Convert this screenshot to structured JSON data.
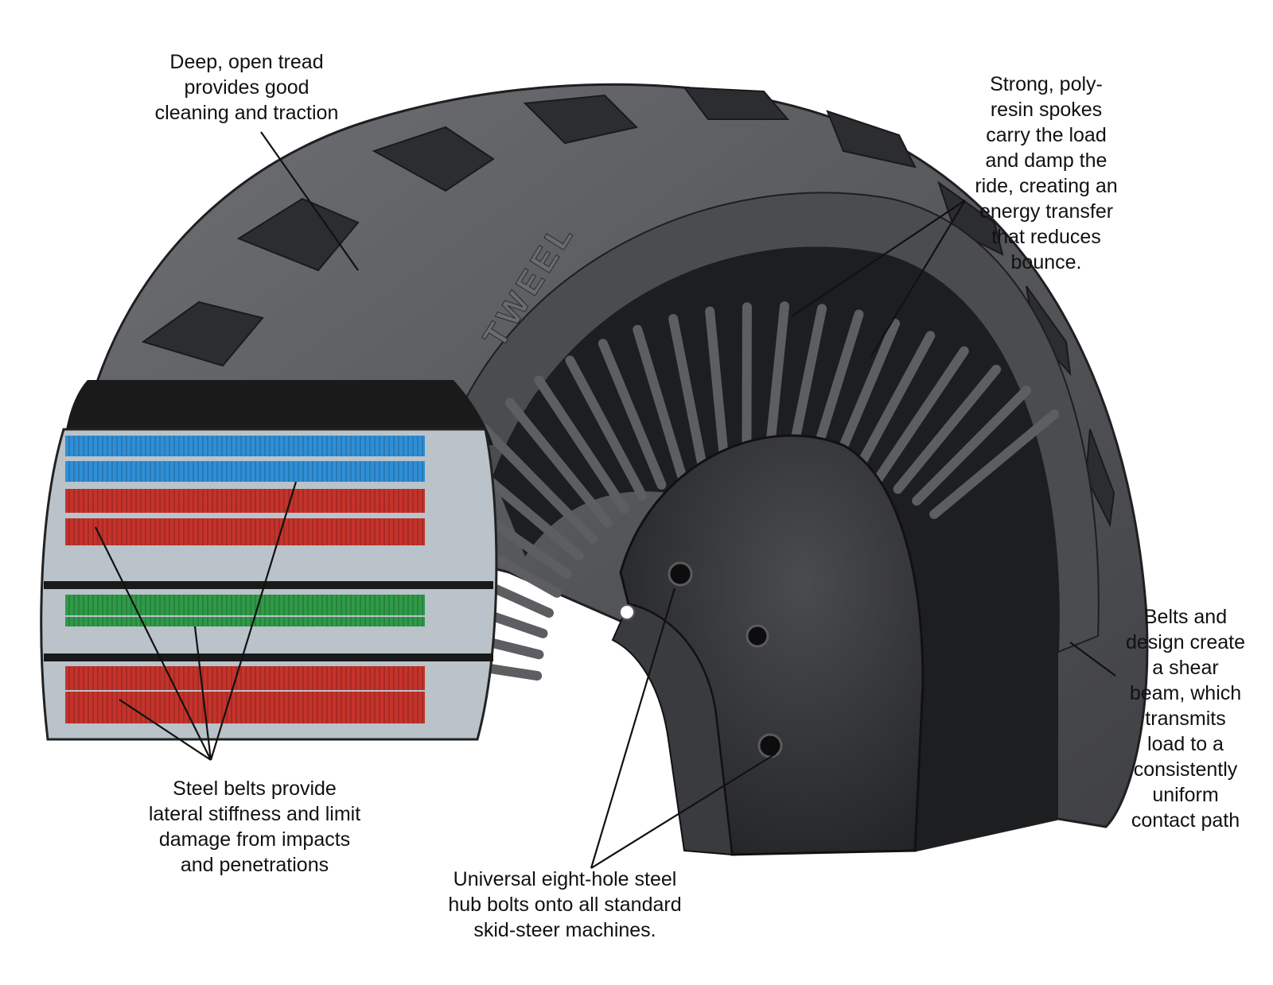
{
  "labels": {
    "tread": "Deep, open tread\nprovides good\ncleaning and traction",
    "spokes": "Strong, poly-\nresin spokes\ncarry the load\nand damp the\nride, creating an\nenergy transfer\nthat reduces\nbounce.",
    "steel_belts": "Steel belts provide\nlateral stiffness and limit\ndamage from impacts\nand penetrations",
    "hub": "Universal eight-hole steel\nhub bolts onto all standard\nskid-steer machines.",
    "shear_beam": "Belts and\ndesign create\na shear\nbeam, which\ntransmits\nload to a\nconsistently\nuniform\ncontact path",
    "sidewall_logo": "TWEEL"
  },
  "colors": {
    "rubber_dark": "#2b2b2c",
    "rubber_mid": "#55565a",
    "tread_light": "#7c7d80",
    "band_gray": "#b9c3c9",
    "belt_blue": "#2f8fd6",
    "belt_red": "#c4332b",
    "belt_green": "#2f9a48",
    "leader_line": "#111111"
  }
}
